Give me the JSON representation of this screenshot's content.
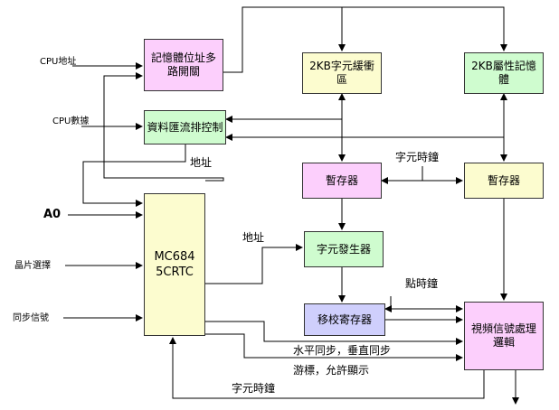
{
  "blocks": {
    "addr_mux": "記憶體位址多路開關",
    "data_buffer": "資料匯流排控制",
    "char_mem": "2KB字元緩衝區",
    "attr_mem": "2KB屬性記憶體",
    "latch_left": "暫存器",
    "latch_right": "暫存器",
    "char_gen": "字元發生器",
    "shift_reg": "移校寄存器",
    "crtc": "MC6845CRTC",
    "video_logic": "視頻信號處理邏輯"
  },
  "labels": {
    "cpu_addr": "CPU地址",
    "cpu_data": "CPU數據",
    "a0": "A0",
    "chip_select": "晶片選擇",
    "sync_signal": "同步信號",
    "addr_top": "地址",
    "addr_mid": "地址",
    "char_clock_top": "字元時鐘",
    "dot_clock": "點時鐘",
    "hv_sync": "水平同步，垂直同步",
    "cursor_enable": "游標，允許顯示",
    "char_clock_bottom": "字元時鐘"
  }
}
